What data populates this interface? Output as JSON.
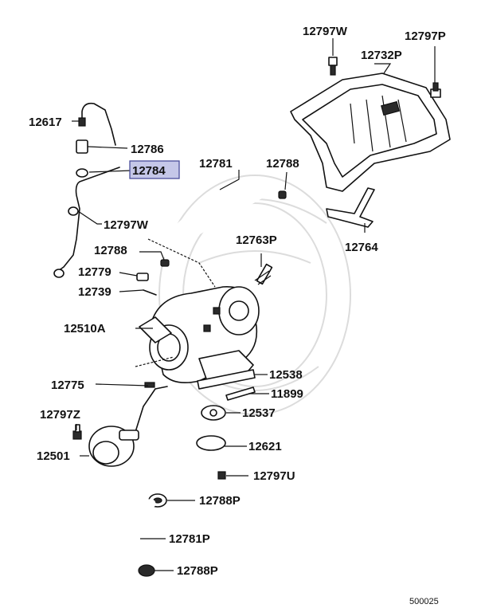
{
  "diagram": {
    "highlight_color": "#c5c7e8",
    "callouts": [
      {
        "id": "c-12797w-top",
        "text": "12797W"
      },
      {
        "id": "c-12797p-top",
        "text": "12797P"
      },
      {
        "id": "c-12732p",
        "text": "12732P"
      },
      {
        "id": "c-12617",
        "text": "12617"
      },
      {
        "id": "c-12786",
        "text": "12786"
      },
      {
        "id": "c-12784",
        "text": "12784",
        "highlighted": true
      },
      {
        "id": "c-12781",
        "text": "12781"
      },
      {
        "id": "c-12788-top",
        "text": "12788"
      },
      {
        "id": "c-12797w-mid",
        "text": "12797W"
      },
      {
        "id": "c-12788-mid",
        "text": "12788"
      },
      {
        "id": "c-12763p",
        "text": "12763P"
      },
      {
        "id": "c-12764",
        "text": "12764"
      },
      {
        "id": "c-12779",
        "text": "12779"
      },
      {
        "id": "c-12739",
        "text": "12739"
      },
      {
        "id": "c-12510a",
        "text": "12510A"
      },
      {
        "id": "c-12538",
        "text": "12538"
      },
      {
        "id": "c-12775",
        "text": "12775"
      },
      {
        "id": "c-11899",
        "text": "11899"
      },
      {
        "id": "c-12797z",
        "text": "12797Z"
      },
      {
        "id": "c-12537",
        "text": "12537"
      },
      {
        "id": "c-12621",
        "text": "12621"
      },
      {
        "id": "c-12501",
        "text": "12501"
      },
      {
        "id": "c-12797u",
        "text": "12797U"
      },
      {
        "id": "c-12788p-mid",
        "text": "12788P"
      },
      {
        "id": "c-12781p",
        "text": "12781P"
      },
      {
        "id": "c-12788p-bot",
        "text": "12788P"
      }
    ],
    "figure_code": "500025"
  }
}
